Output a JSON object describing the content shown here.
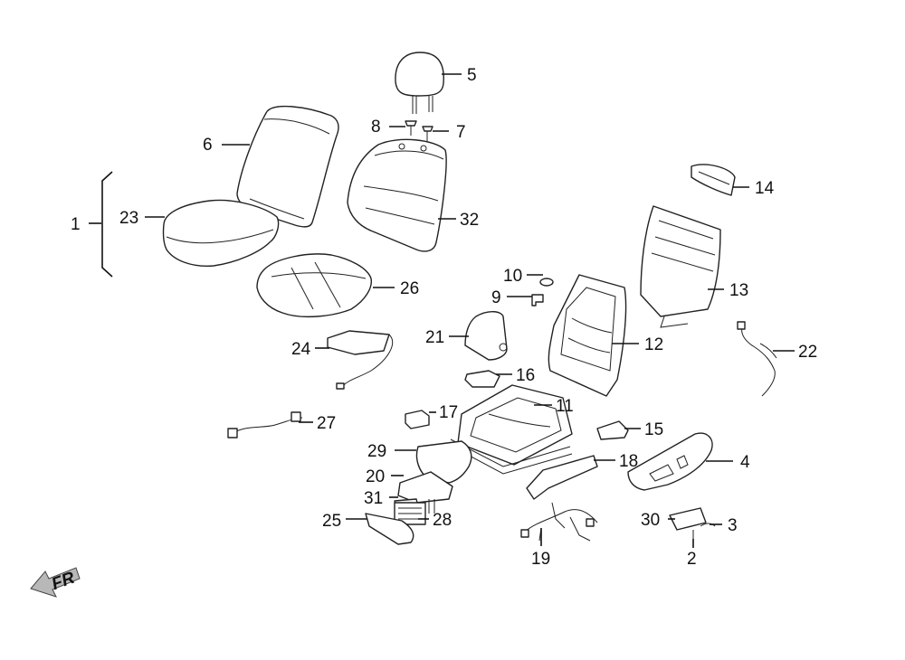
{
  "diagram": {
    "callouts": [
      "1",
      "2",
      "3",
      "4",
      "5",
      "6",
      "7",
      "8",
      "9",
      "10",
      "11",
      "12",
      "13",
      "14",
      "15",
      "16",
      "17",
      "18",
      "19",
      "20",
      "21",
      "22",
      "23",
      "24",
      "25",
      "26",
      "27",
      "28",
      "29",
      "30",
      "31",
      "32"
    ],
    "fr_label": "FR"
  }
}
